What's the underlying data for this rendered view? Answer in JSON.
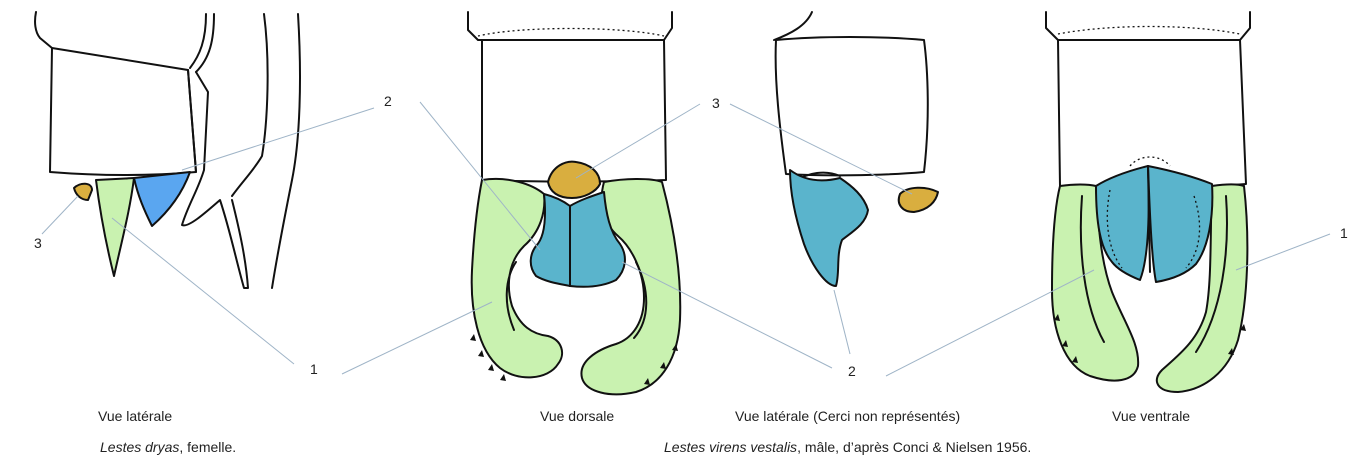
{
  "colors": {
    "cercus": "#c9f2b0",
    "paraproct": "#5ab4cc",
    "paraproct_female": "#5aa6f0",
    "lamina": "#d9ae3f",
    "leader": "#9fb4c7"
  },
  "views": {
    "female_lateral": "Vue latérale",
    "dorsal": "Vue dorsale",
    "male_lateral": "Vue latérale (Cerci non représentés)",
    "ventral": "Vue ventrale"
  },
  "numbers": {
    "n3_left": "3",
    "n2_left": "2",
    "n1_left": "1",
    "n3_mid": "3",
    "n2_mid": "2",
    "n1_right": "1"
  },
  "captions": {
    "female_species": "Lestes dryas",
    "female_rest": ", femelle.",
    "male_species": "Lestes virens vestalis",
    "male_rest": ", mâle, d’après Conci & Nielsen 1956."
  }
}
